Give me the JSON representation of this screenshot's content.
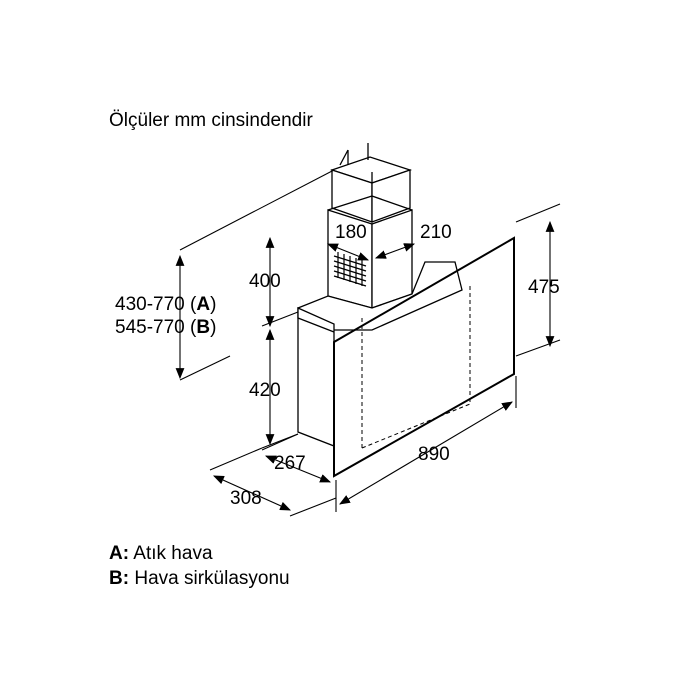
{
  "title": "Ölçüler mm cinsindendir",
  "dimensions": {
    "chimney_width": "180",
    "chimney_depth": "210",
    "chimney_height": "400",
    "panel_height": "475",
    "body_height": "420",
    "depth_inner": "267",
    "depth_outer": "308",
    "width": "890",
    "range_a_value": "430-770 (",
    "range_a_key": "A",
    "range_a_close": ")",
    "range_b_value": "545-770 (",
    "range_b_key": "B",
    "range_b_close": ")"
  },
  "legend": [
    {
      "key": "A:",
      "text": "Atık hava"
    },
    {
      "key": "B:",
      "text": "Hava sirkülasyonu"
    }
  ],
  "colors": {
    "line": "#000000",
    "background": "#ffffff"
  }
}
